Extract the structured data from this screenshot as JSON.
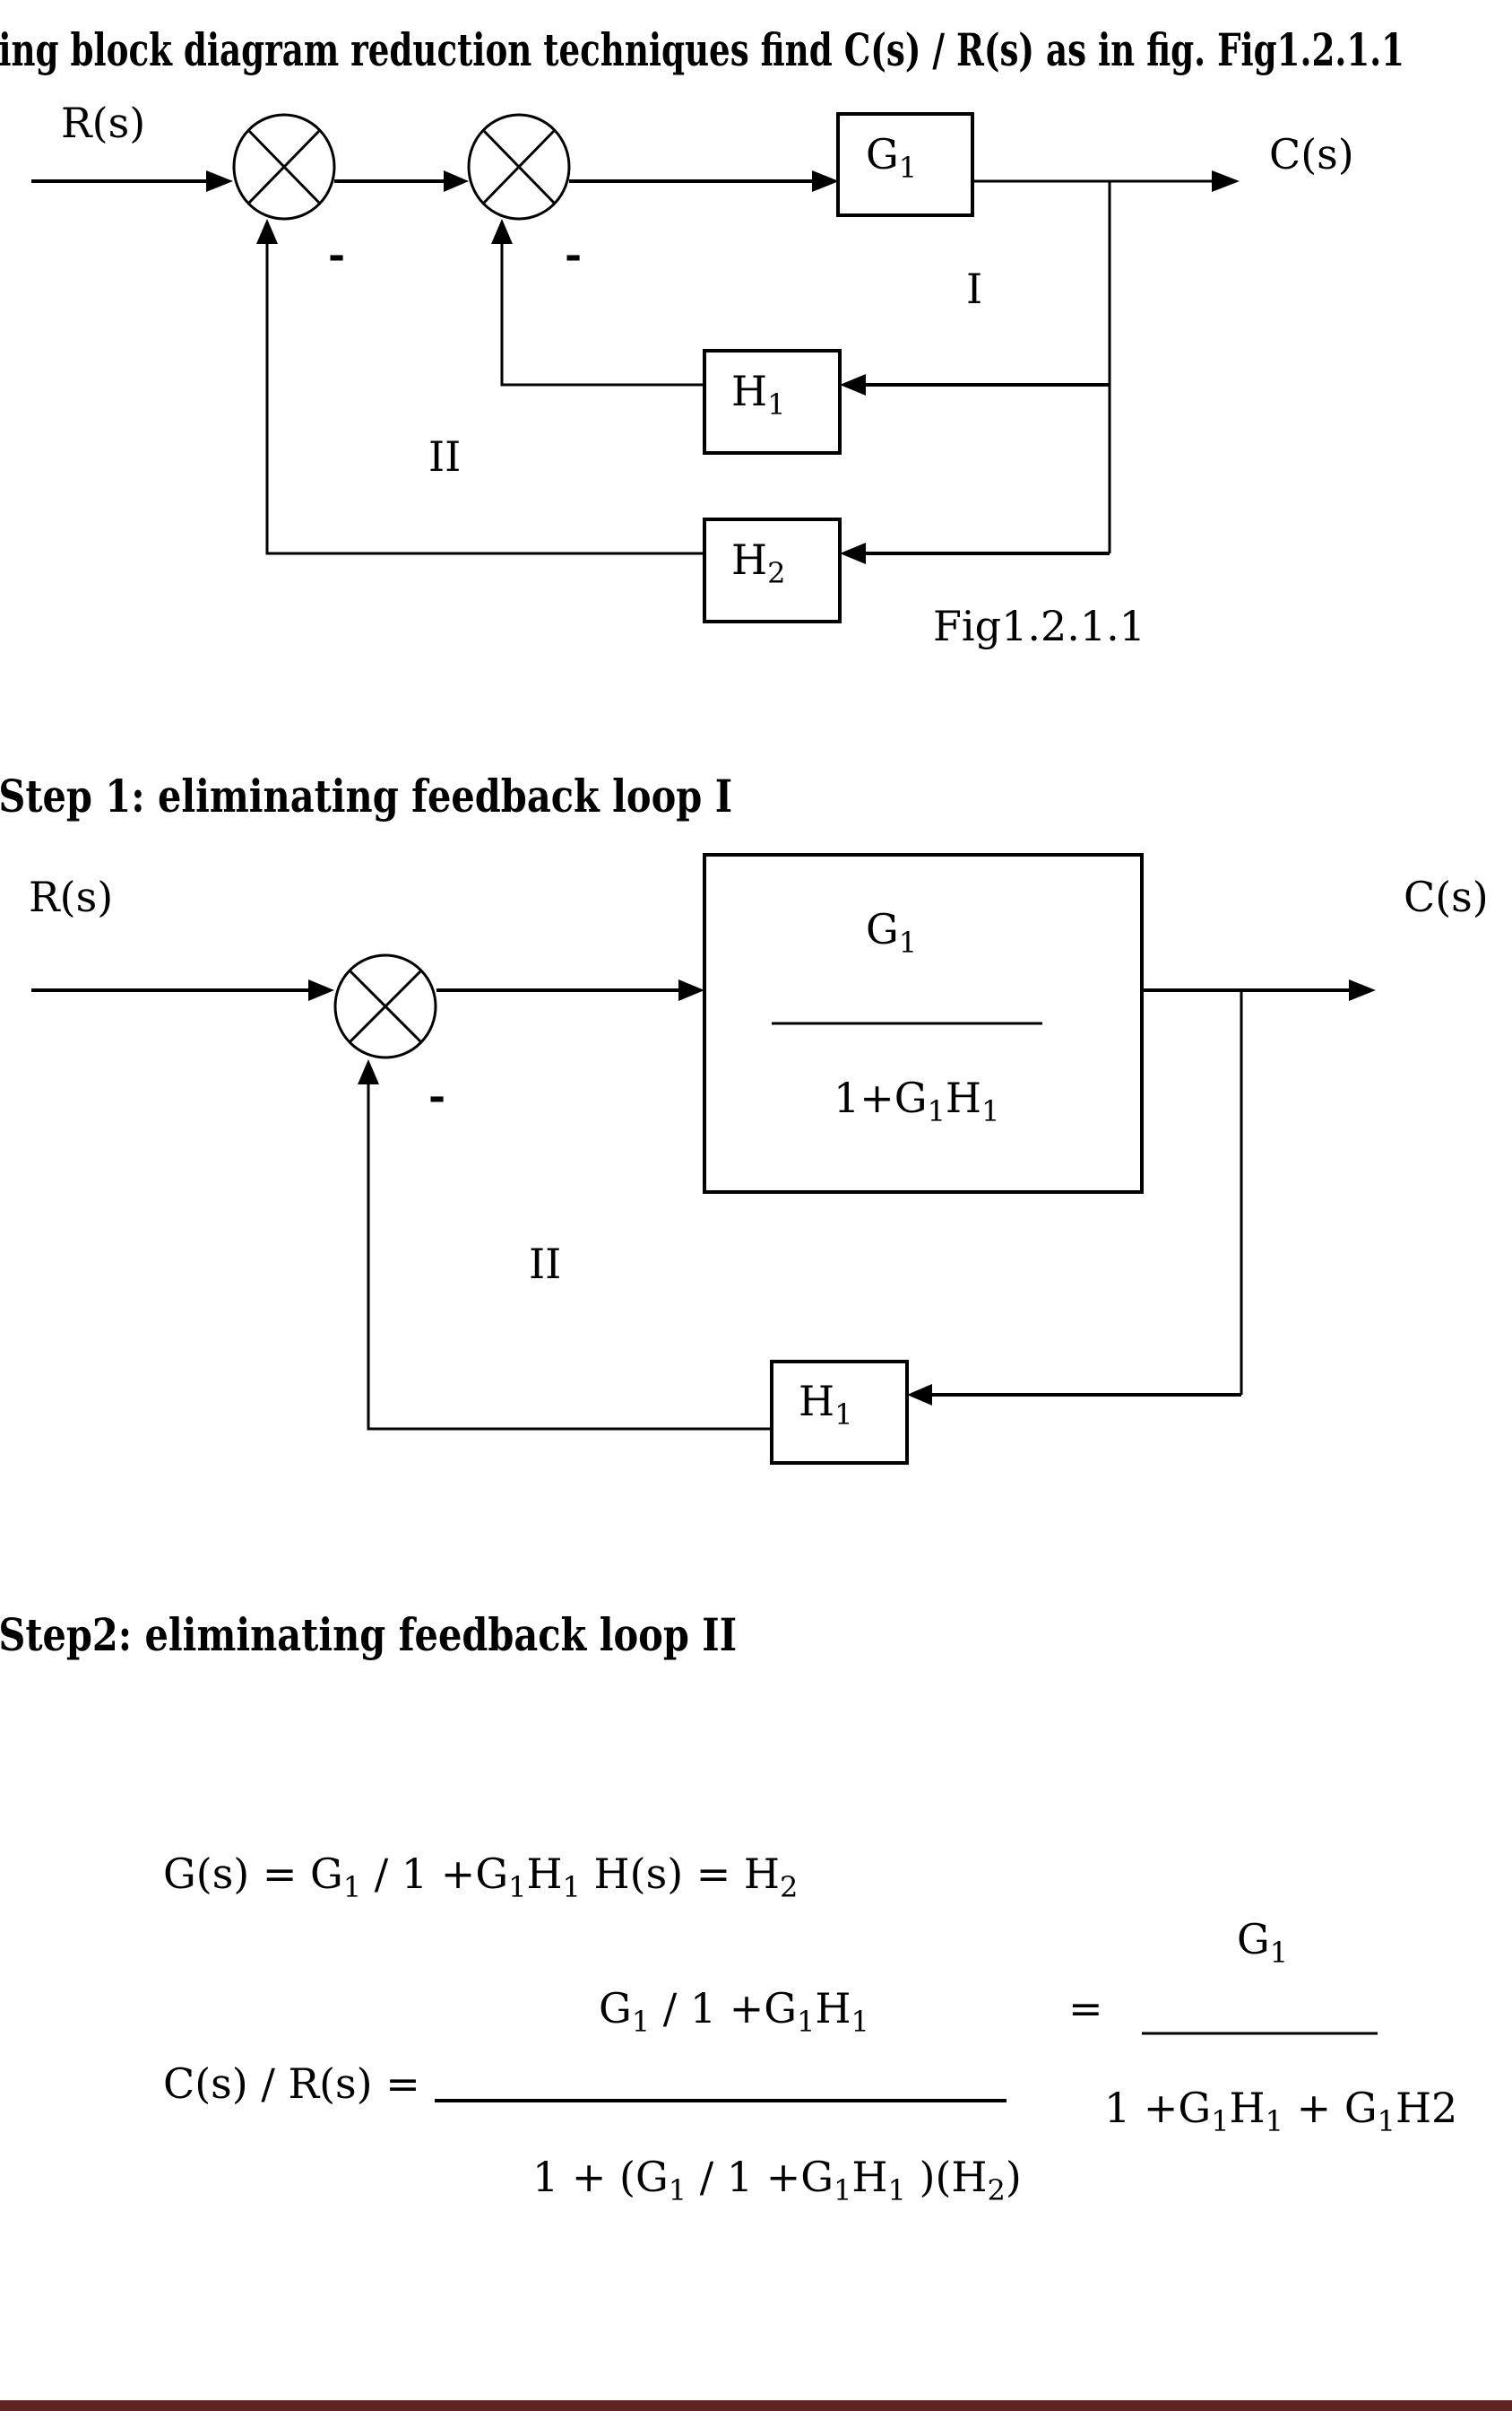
{
  "heading": {
    "title": "ing block diagram reduction techniques find C(s) / R(s) as in fig. Fig1.2.1.1"
  },
  "fig1": {
    "input_label": "R(s)",
    "output_label": "C(s)",
    "forward_block": {
      "main": "G",
      "sub": "1"
    },
    "feedback_block_1": {
      "main": "H",
      "sub": "1"
    },
    "feedback_block_2": {
      "main": "H",
      "sub": "2"
    },
    "sign_1": "-",
    "sign_2": "-",
    "loop_label_inner": "I",
    "loop_label_outer": "II",
    "caption": "Fig1.2.1.1"
  },
  "step1": {
    "heading": "Step 1: eliminating feedback loop I",
    "input_label": "R(s)",
    "output_label": "C(s)",
    "forward_block": {
      "numerator": {
        "main": "G",
        "sub": "1"
      },
      "denominator": {
        "p1": "1+G",
        "s1": "1",
        "p2": "H",
        "s2": "1"
      }
    },
    "feedback_block": {
      "main": "H",
      "sub": "1"
    },
    "sign": "-",
    "loop_label": "II"
  },
  "step2": {
    "heading": "Step2: eliminating feedback loop II",
    "definitions": {
      "parts": [
        "G(s) = G",
        "1",
        " / 1 +G",
        "1",
        "H",
        "1",
        "  H(s) = H",
        "2"
      ]
    },
    "lhs": "C(s) / R(s)  =",
    "fraction_numerator": {
      "parts": [
        "G",
        "1",
        " / 1 +G",
        "1",
        "H",
        "1"
      ]
    },
    "fraction_denominator": {
      "parts": [
        "1 + (G",
        "1",
        " / 1 +G",
        "1",
        "H",
        "1",
        "  )(H",
        "2",
        ")"
      ]
    },
    "equals": "=",
    "result_numerator": {
      "main": "G",
      "sub": "1"
    },
    "result_denominator": {
      "parts": [
        "1 +G",
        "1",
        "H",
        "1",
        "  + G",
        "1",
        "H2"
      ]
    }
  },
  "colors": {
    "footer_bar": "#622322",
    "ink": "#000000"
  }
}
